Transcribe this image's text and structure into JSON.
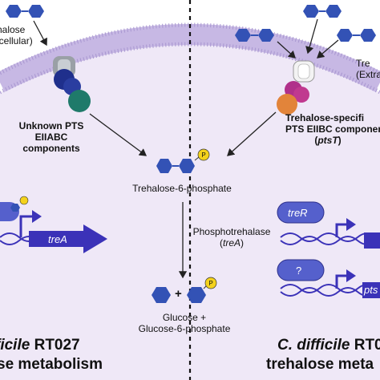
{
  "left": {
    "substrate_label": "-halose",
    "substrate_sub": "acellular)",
    "transporter_line1": "Unknown PTS",
    "transporter_line2": "EIIABC",
    "transporter_line3": "components",
    "gene": "treA",
    "strain_italic": "ficile",
    "strain_rest": " RT027",
    "metabolism": "se metabolism"
  },
  "right": {
    "substrate_label": "Tre",
    "substrate_sub": "(Extra",
    "transporter_line1": "Trehalose-specifi",
    "transporter_line2": "PTS EIIBC componen",
    "transporter_gene": "ptsT",
    "regulator_gene": "treR",
    "unknown_regulator": "?",
    "gene": "pts",
    "strain_italic": "C. difficile",
    "strain_rest": " RT0",
    "metabolism": "trehalose meta"
  },
  "center": {
    "intermediate": "Trehalose-6-phosphate",
    "enzyme": "Phosphotrehalase",
    "enzyme_gene": "treA",
    "product_line1": "Glucose +",
    "product_line2": "Glucose-6-phosphate",
    "plus": "+",
    "phosphate_symbol": "P"
  },
  "colors": {
    "cell_fill": "#efe8f7",
    "membrane": "#c7b8e4",
    "sugar": "#3352b5",
    "phosphate": "#f4d21c",
    "gene_arrow": "#3b32b8",
    "regulator_fill": "#5560cc",
    "unknown_transporter": "#1f2f8c",
    "teal": "#1f7a6a",
    "orange": "#e2843a",
    "magenta": "#b0308a"
  }
}
